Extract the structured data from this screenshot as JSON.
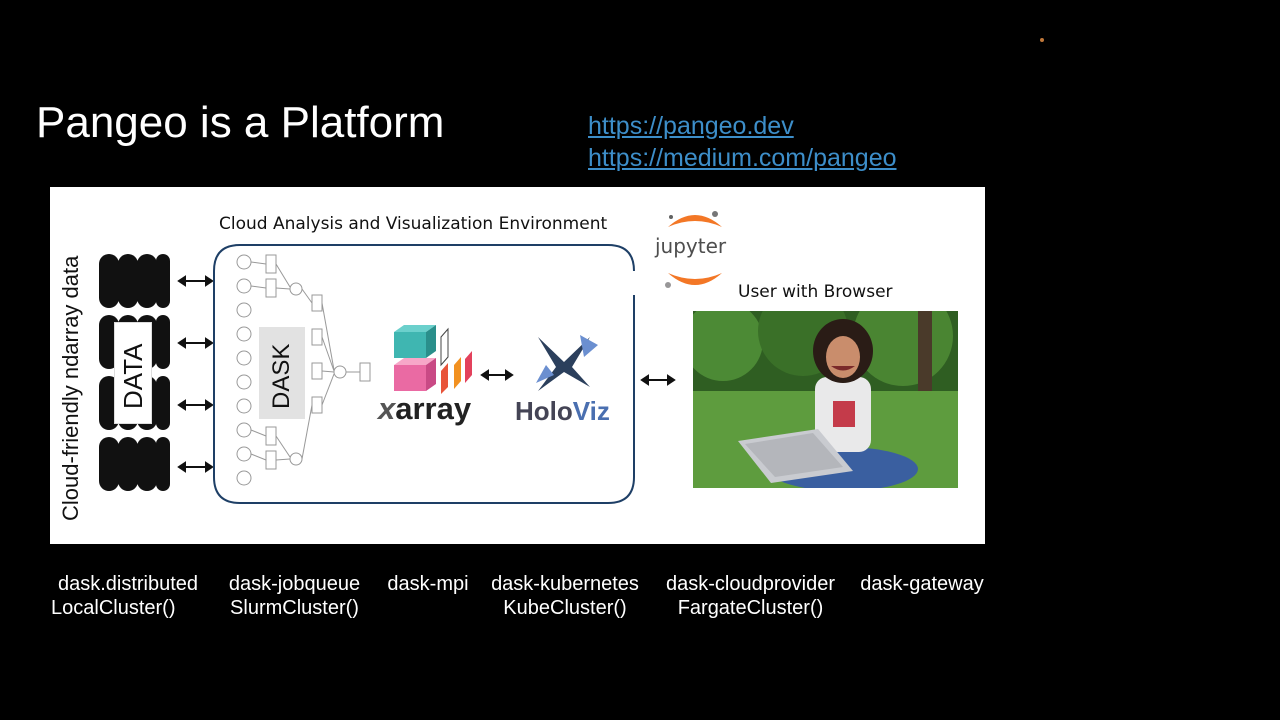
{
  "slide": {
    "title": "Pangeo is a Platform",
    "links": [
      "https://pangeo.dev",
      "https://medium.com/pangeo"
    ]
  },
  "diagram": {
    "vertical_label": "Cloud-friendly ndarray data",
    "data_label": "DATA",
    "environment_title": "Cloud Analysis and Visualization Environment",
    "dask_label": "DASK",
    "xarray_prefix": "x",
    "xarray_rest": "array",
    "holoviz_prefix": "Holo",
    "holoviz_rest": "Viz",
    "jupyter_label": "jupyter",
    "user_title": "User with Browser"
  },
  "clusters": [
    {
      "line1": "dask.distributed",
      "line2": "LocalCluster()"
    },
    {
      "line1": "dask-jobqueue",
      "line2": "SlurmCluster()"
    },
    {
      "line1": "dask-mpi",
      "line2": ""
    },
    {
      "line1": "dask-kubernetes",
      "line2": "KubeCluster()"
    },
    {
      "line1": "dask-cloudprovider",
      "line2": "FargateCluster()"
    },
    {
      "line1": "dask-gateway",
      "line2": ""
    }
  ],
  "colors": {
    "background": "#000000",
    "link": "#3d8ec9",
    "env_border": "#1e3f66",
    "jupyter_orange": "#f37726"
  }
}
